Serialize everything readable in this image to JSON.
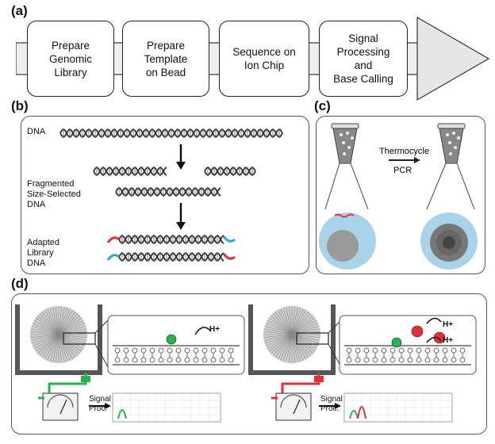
{
  "panel_a": {
    "label": "(a)",
    "steps": [
      "Prepare\nGenomic\nLibrary",
      "Prepare\nTemplate\non Bead",
      "Sequence on\nIon Chip",
      "Signal\nProcessing\nand\nBase Calling"
    ]
  },
  "panel_b": {
    "label": "(b)",
    "dna": "DNA",
    "fragmented": "Fragmented\nSize-Selected\nDNA",
    "adapted": "Adapted\nLibrary\nDNA"
  },
  "panel_c": {
    "label": "(c)",
    "thermocycle": "Thermocycle",
    "pcr": "PCR"
  },
  "panel_d": {
    "label": "(d)",
    "signal_proc_left": "Signal\nProc.",
    "signal_proc_right": "Signal\nProc.",
    "proton_left": "H+",
    "proton_right_1": "H+",
    "proton_right_2": "H+"
  },
  "colors": {
    "adapter_red": "#e0303a",
    "adapter_blue": "#2aa7d6",
    "bead_bg": "#a8d3e8",
    "green": "#2bb24a",
    "red": "#e03236"
  }
}
